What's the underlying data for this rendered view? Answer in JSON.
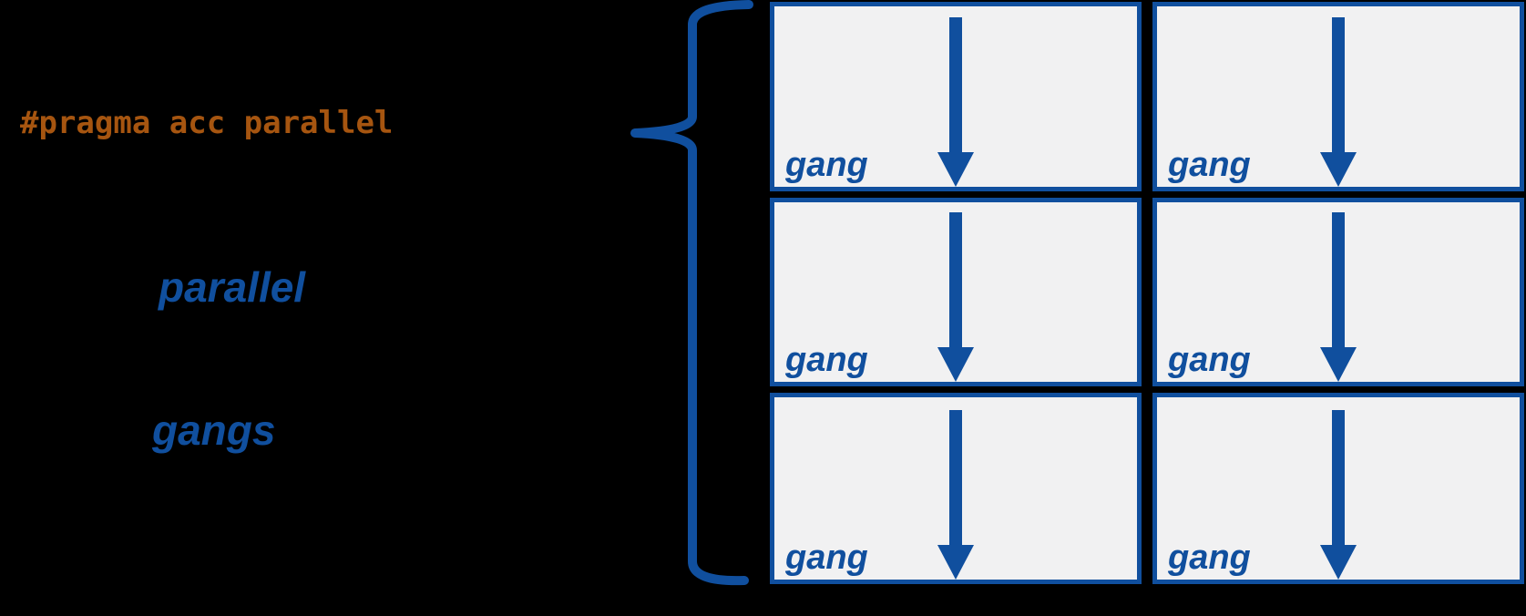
{
  "labels": {
    "pragma": "#pragma acc parallel",
    "parallel": "parallel",
    "gangs": "gangs"
  },
  "grid": {
    "rows": 3,
    "columns": 2,
    "boxes": [
      {
        "label": "gang"
      },
      {
        "label": "gang"
      },
      {
        "label": "gang"
      },
      {
        "label": "gang"
      },
      {
        "label": "gang"
      },
      {
        "label": "gang"
      }
    ]
  },
  "icons": {
    "brace": "left-curly-brace-icon",
    "arrow": "down-arrow-icon"
  },
  "colors": {
    "blue": "#104f9e",
    "orange": "#a65510",
    "box_fill": "#f1f1f2",
    "background": "#000000"
  }
}
